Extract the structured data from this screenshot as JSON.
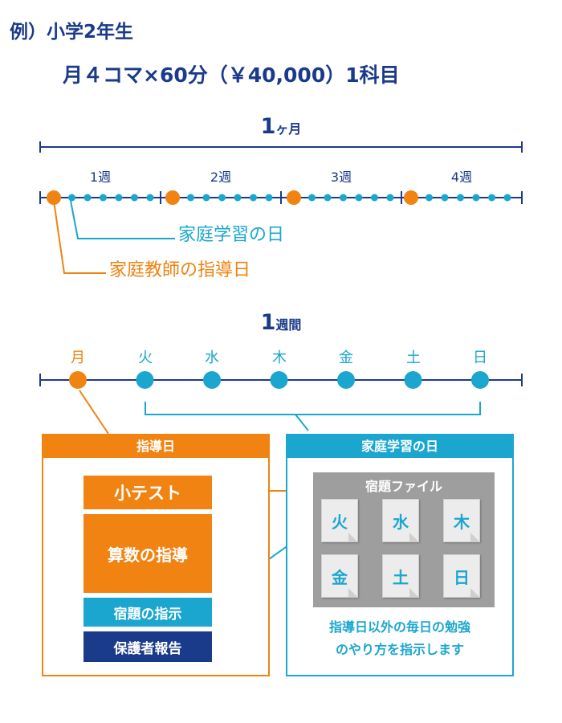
{
  "header": {
    "example": "例）小学2年生",
    "plan": "月４コマ×60分（￥40,000）1科目"
  },
  "month_timeline": {
    "label_big": "1",
    "label_small": "ヶ月",
    "weeks": [
      "1週",
      "2週",
      "3週",
      "4週"
    ],
    "study_day_label": "家庭学習の日",
    "tutor_day_label": "家庭教師の指導日"
  },
  "week_timeline": {
    "label_big": "1",
    "label_small": "週間",
    "days": [
      "月",
      "火",
      "水",
      "木",
      "金",
      "土",
      "日"
    ]
  },
  "tutor_panel": {
    "title": "指導日",
    "steps": [
      "小テスト",
      "算数の指導",
      "宿題の指示",
      "保護者報告"
    ]
  },
  "study_panel": {
    "title": "家庭学習の日",
    "file_title": "宿題ファイル",
    "sheets": [
      "火",
      "水",
      "木",
      "金",
      "土",
      "日"
    ],
    "desc_line1": "指導日以外の毎日の勉強",
    "desc_line2": "のやり方を指示します"
  },
  "colors": {
    "navy": "#1a3a8a",
    "orange": "#f08312",
    "teal": "#1ba6cf",
    "gray": "#9e9e9e"
  }
}
